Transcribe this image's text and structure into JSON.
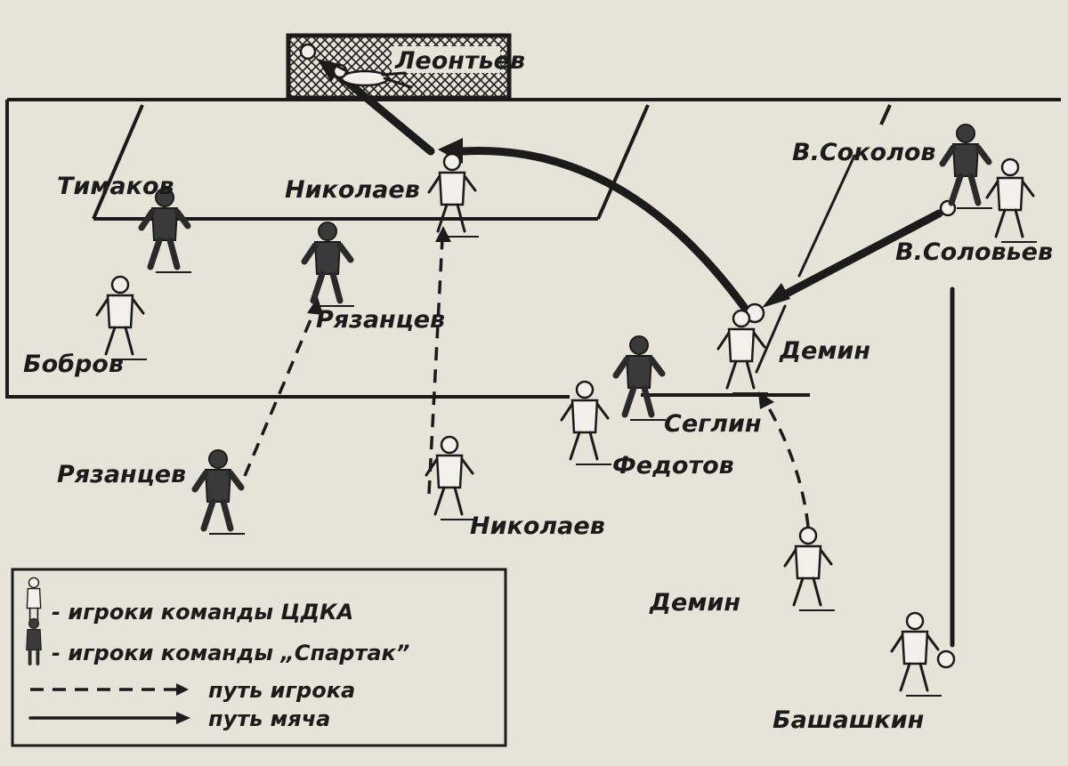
{
  "players": {
    "leontiev": "Леонтьев",
    "timakov": "Тимаков",
    "nikolaev_top": "Николаев",
    "v_sokolov": "В.Соколов",
    "v_soloviev": "В.Соловьев",
    "ryazantsev_mid": "Рязанцев",
    "bobrov": "Бобров",
    "demin_top": "Демин",
    "seglin": "Сеглин",
    "fedotov": "Федотов",
    "ryazantsev_low": "Рязанцев",
    "nikolaev_low": "Николаев",
    "demin_low": "Демин",
    "bashashkin": "Башашкин"
  },
  "legend": {
    "cdka": "- игроки команды ЦДКА",
    "spartak": "- игроки команды „Спартак”",
    "player_path": "путь игрока",
    "ball_path": "путь мяча"
  }
}
